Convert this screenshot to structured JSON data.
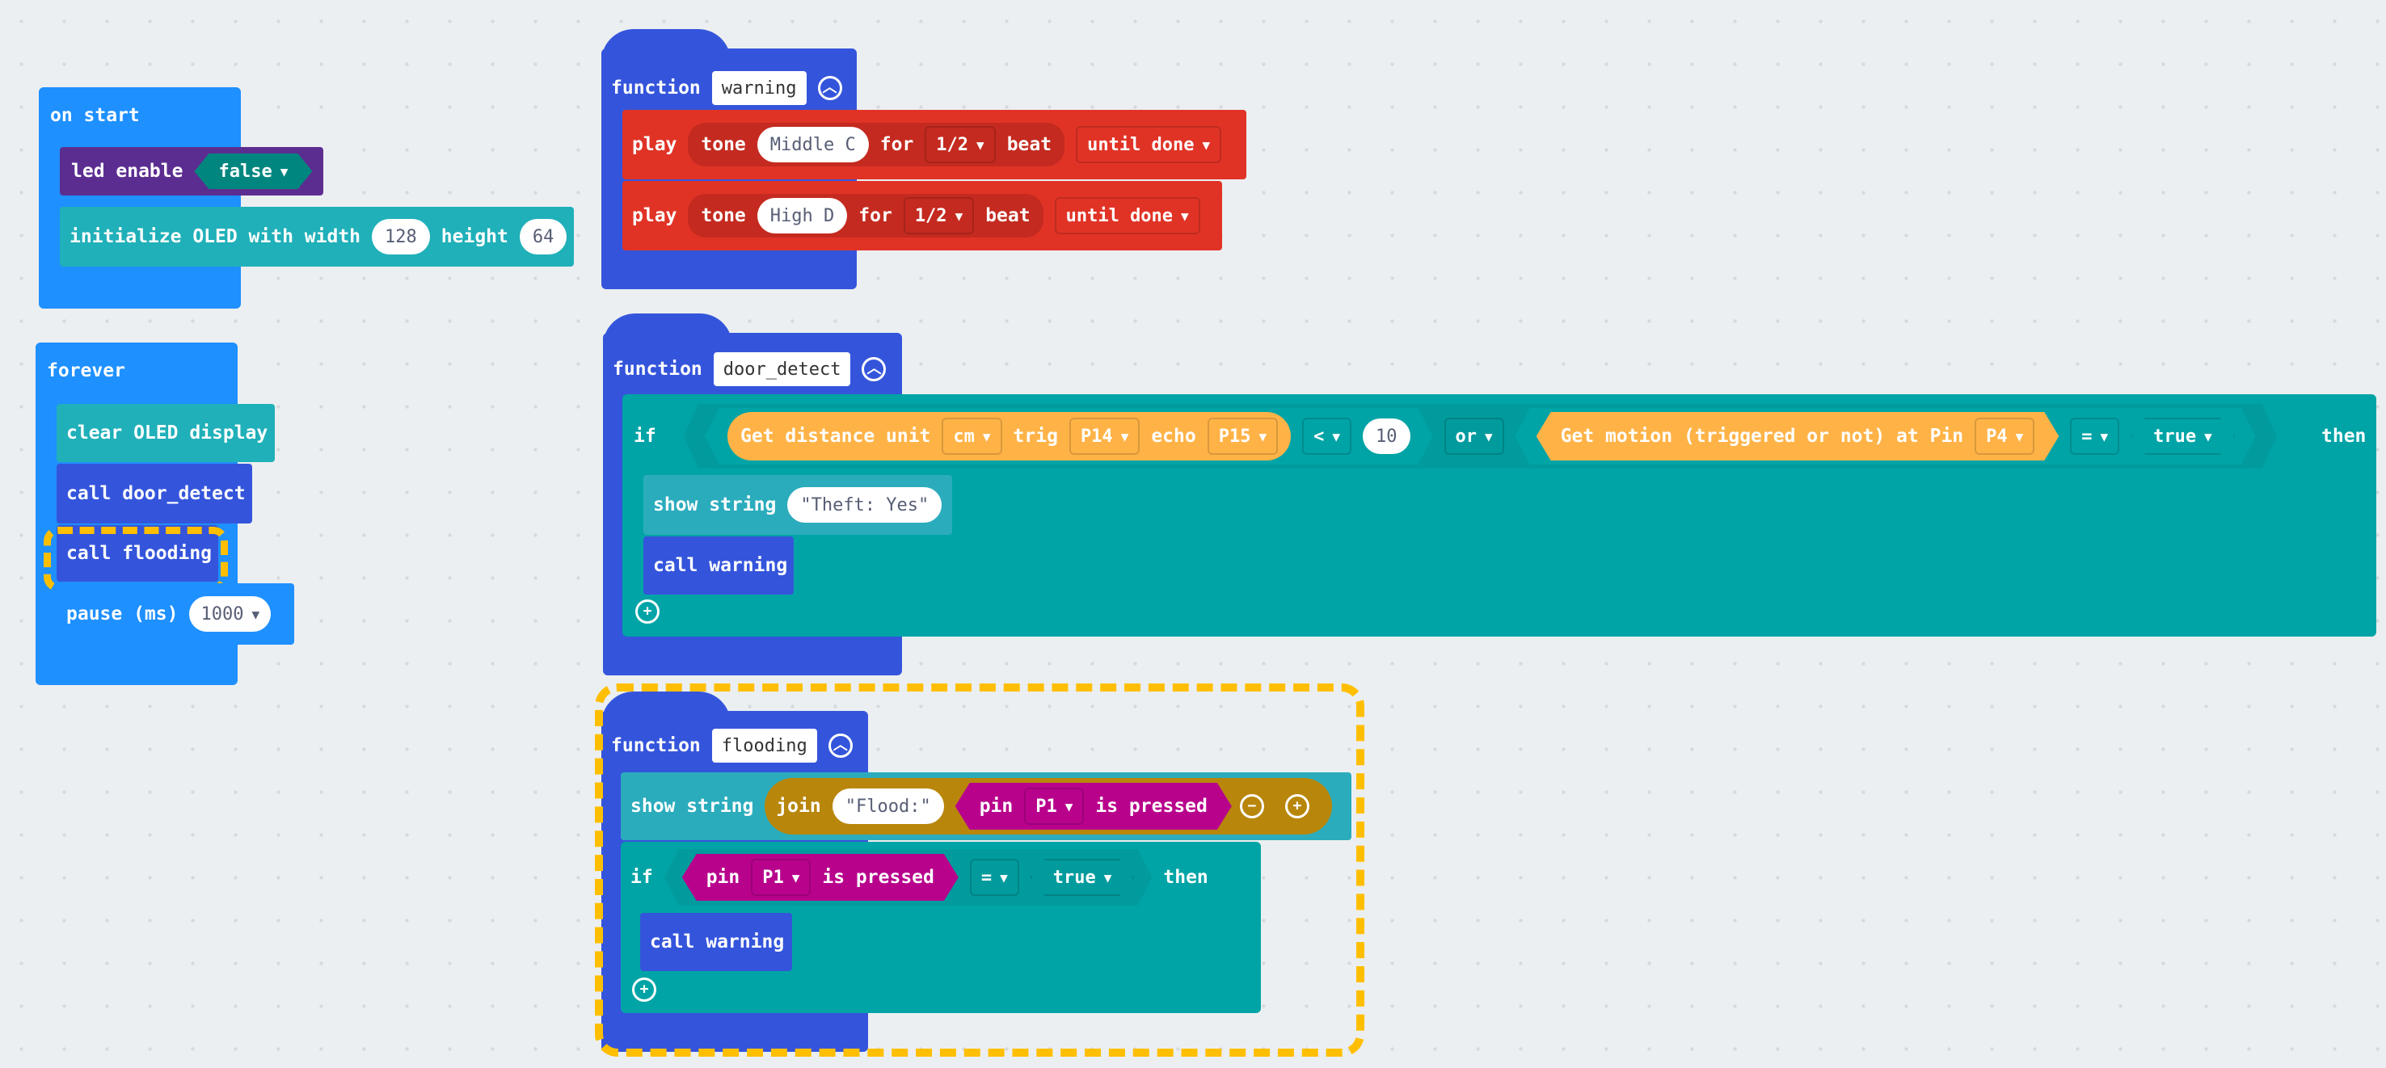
{
  "on_start": {
    "title": "on start",
    "led_enable": {
      "label": "led enable",
      "value": "false"
    },
    "init_oled": {
      "label1": "initialize OLED with width",
      "width": "128",
      "label2": "height",
      "height": "64"
    }
  },
  "forever": {
    "title": "forever",
    "clear_label": "clear OLED display",
    "call_door": "call door_detect",
    "call_flood": "call flooding",
    "pause": {
      "label": "pause (ms)",
      "value": "1000"
    }
  },
  "warning_fn": {
    "kw": "function",
    "name": "warning",
    "rows": [
      {
        "play": "play",
        "tone": "tone",
        "note": "Middle C",
        "for": "for",
        "beat_value": "1/2",
        "beat": "beat",
        "until": "until done"
      },
      {
        "play": "play",
        "tone": "tone",
        "note": "High D",
        "for": "for",
        "beat_value": "1/2",
        "beat": "beat",
        "until": "until done"
      }
    ]
  },
  "door_fn": {
    "kw": "function",
    "name": "door_detect",
    "if": "if",
    "dist": {
      "label": "Get distance unit",
      "unit": "cm",
      "trig": "trig",
      "trig_pin": "P14",
      "echo": "echo",
      "echo_pin": "P15"
    },
    "op_lt": "<",
    "threshold": "10",
    "or": "or",
    "motion": {
      "label": "Get motion (triggered or not) at Pin",
      "pin": "P4"
    },
    "op_eq": "=",
    "true_val": "true",
    "then": "then",
    "show": {
      "label": "show string",
      "value": "Theft: Yes"
    },
    "call": "call warning"
  },
  "flood_fn": {
    "kw": "function",
    "name": "flooding",
    "show": "show string",
    "join": "join",
    "join_text": "Flood: ",
    "pin_kw": "pin",
    "pin": "P1",
    "pressed": "is pressed",
    "if": "if",
    "op_eq": "=",
    "true_val": "true",
    "then": "then",
    "call": "call warning"
  },
  "colors": {
    "event": "#1e90ff",
    "function": "#3455db",
    "music": "#e03326",
    "logic": "#00a4a6",
    "highlight": "#ffbf00"
  }
}
